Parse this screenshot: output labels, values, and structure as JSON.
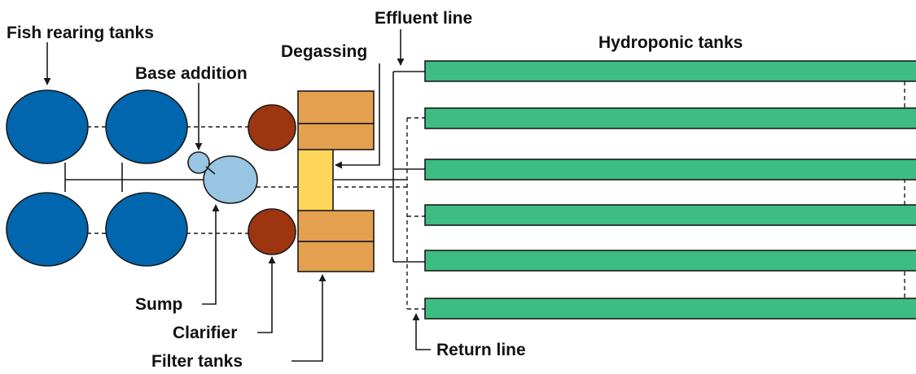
{
  "labels": {
    "fish_rearing_tanks": "Fish rearing tanks",
    "base_addition": "Base addition",
    "degassing": "Degassing",
    "effluent_line": "Effluent line",
    "hydroponic_tanks": "Hydroponic tanks",
    "sump": "Sump",
    "clarifier": "Clarifier",
    "filter_tanks": "Filter tanks",
    "return_line": "Return line"
  },
  "colors": {
    "fish_tank": "#0066ad",
    "clarifier": "#9c3510",
    "filter_tank": "#e4a04f",
    "degassing": "#ffd65a",
    "sump": "#98c6e2",
    "hydroponic_tank": "#3dbd82",
    "line": "#1a1a1a"
  }
}
